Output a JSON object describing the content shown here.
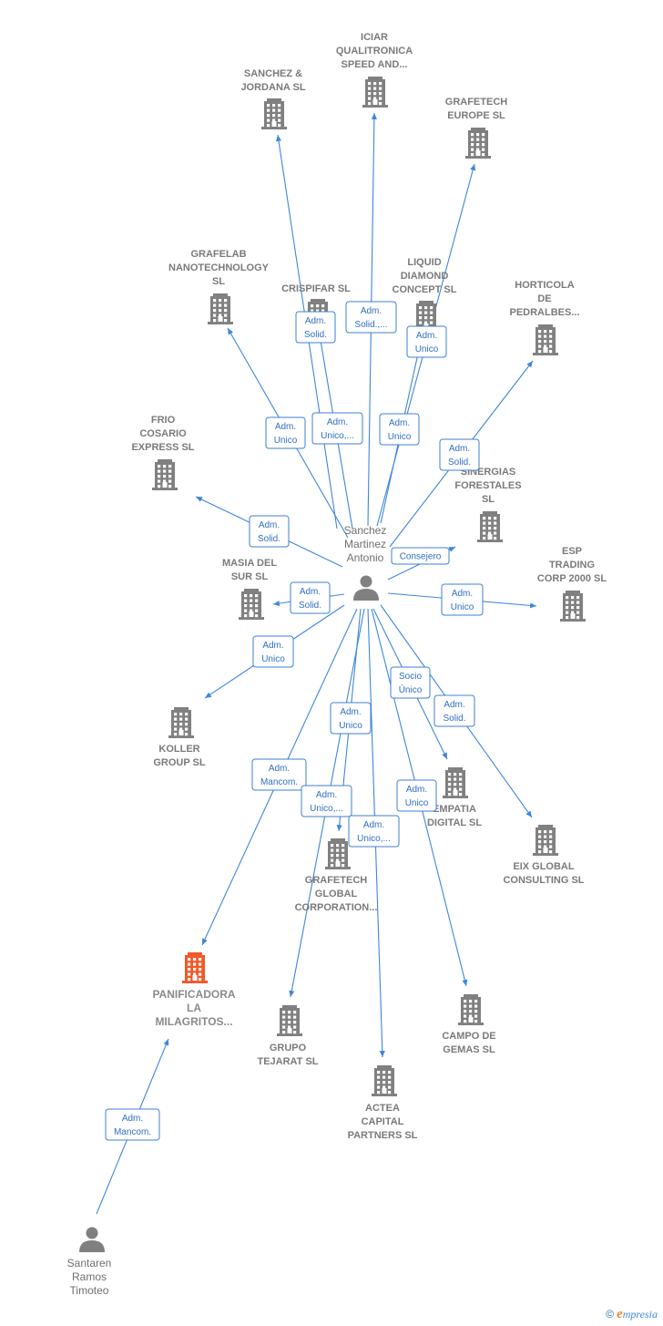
{
  "colors": {
    "edge": "#3f86dc",
    "building": "#808080",
    "building_focus": "#f05a28",
    "label": "#7a7a7a",
    "rel_text": "#2f6fc0"
  },
  "persons": [
    {
      "id": "sanchez",
      "lines": [
        "Sanchez",
        "Martinez",
        "Antonio"
      ]
    },
    {
      "id": "santaren",
      "lines": [
        "Santaren",
        "Ramos",
        "Timoteo"
      ]
    }
  ],
  "companies": [
    {
      "id": "sanchez_jordana",
      "lines": [
        "SANCHEZ &",
        "JORDANA SL"
      ]
    },
    {
      "id": "iciar",
      "lines": [
        "ICIAR",
        "QUALITRONICA",
        "SPEED AND..."
      ]
    },
    {
      "id": "grafetech_europe",
      "lines": [
        "GRAFETECH",
        "EUROPE  SL"
      ]
    },
    {
      "id": "grafelab",
      "lines": [
        "GRAFELAB",
        "NANOTECHNOLOGY",
        "SL"
      ]
    },
    {
      "id": "crispifar",
      "lines": [
        "CRISPIFAR  SL"
      ]
    },
    {
      "id": "liquid",
      "lines": [
        "LIQUID",
        "DIAMOND",
        "CONCEPT  SL"
      ]
    },
    {
      "id": "horticola",
      "lines": [
        "HORTICOLA",
        "DE",
        "PEDRALBES..."
      ]
    },
    {
      "id": "frio",
      "lines": [
        "FRIO",
        "COSARIO",
        "EXPRESS  SL"
      ]
    },
    {
      "id": "sinergias",
      "lines": [
        "SINERGIAS",
        "FORESTALES",
        "SL"
      ]
    },
    {
      "id": "masia",
      "lines": [
        "MASIA DEL",
        "SUR SL"
      ]
    },
    {
      "id": "esp",
      "lines": [
        "ESP",
        "TRADING",
        "CORP 2000 SL"
      ]
    },
    {
      "id": "koller",
      "lines": [
        "KOLLER",
        "GROUP SL"
      ]
    },
    {
      "id": "empatia",
      "lines": [
        "EMPATIA",
        "DIGITAL SL"
      ]
    },
    {
      "id": "eix",
      "lines": [
        "EIX GLOBAL",
        "CONSULTING SL"
      ]
    },
    {
      "id": "grafetech_global",
      "lines": [
        "GRAFETECH",
        "GLOBAL",
        "CORPORATION..."
      ]
    },
    {
      "id": "panificadora",
      "lines": [
        "PANIFICADORA",
        "LA",
        "MILAGRITOS..."
      ]
    },
    {
      "id": "campo",
      "lines": [
        "CAMPO DE",
        "GEMAS SL"
      ]
    },
    {
      "id": "grupo_tejarat",
      "lines": [
        "GRUPO",
        "TEJARAT  SL"
      ]
    },
    {
      "id": "actea",
      "lines": [
        "ACTEA",
        "CAPITAL",
        "PARTNERS  SL"
      ]
    }
  ],
  "relations": [
    {
      "from": "sanchez",
      "to": "sanchez_jordana",
      "lines": [
        "Adm.",
        "Solid."
      ]
    },
    {
      "from": "sanchez",
      "to": "iciar",
      "lines": [
        "Adm.",
        "Solid.,..."
      ]
    },
    {
      "from": "sanchez",
      "to": "grafetech_europe",
      "lines": [
        "Adm.",
        "Unico"
      ]
    },
    {
      "from": "sanchez",
      "to": "grafelab",
      "lines": [
        "Adm.",
        "Unico"
      ]
    },
    {
      "from": "sanchez",
      "to": "crispifar",
      "lines": [
        "Adm.",
        "Unico,..."
      ]
    },
    {
      "from": "sanchez",
      "to": "liquid",
      "lines": [
        "Adm.",
        "Unico"
      ]
    },
    {
      "from": "sanchez",
      "to": "horticola",
      "lines": [
        "Adm.",
        "Solid."
      ]
    },
    {
      "from": "sanchez",
      "to": "frio",
      "lines": [
        "Adm.",
        "Solid."
      ]
    },
    {
      "from": "sanchez",
      "to": "sinergias",
      "lines": [
        "Consejero"
      ]
    },
    {
      "from": "sanchez",
      "to": "masia",
      "lines": [
        "Adm.",
        "Solid."
      ]
    },
    {
      "from": "sanchez",
      "to": "esp",
      "lines": [
        "Adm.",
        "Unico"
      ]
    },
    {
      "from": "sanchez",
      "to": "koller",
      "lines": [
        "Adm.",
        "Unico"
      ]
    },
    {
      "from": "sanchez",
      "to": "empatia",
      "lines": [
        "Socio",
        "Único"
      ]
    },
    {
      "from": "sanchez",
      "to": "eix",
      "lines": [
        "Adm.",
        "Solid."
      ]
    },
    {
      "from": "sanchez",
      "to": "grafetech_global",
      "lines": [
        "Adm.",
        "Unico"
      ]
    },
    {
      "from": "sanchez",
      "to": "panificadora",
      "lines": [
        "Adm.",
        "Mancom."
      ]
    },
    {
      "from": "sanchez",
      "to": "grupo_tejarat",
      "lines": [
        "Adm.",
        "Unico,..."
      ]
    },
    {
      "from": "sanchez",
      "to": "actea",
      "lines": [
        "Adm.",
        "Unico,..."
      ]
    },
    {
      "from": "sanchez",
      "to": "campo",
      "lines": [
        "Adm.",
        "Unico"
      ]
    },
    {
      "from": "santaren",
      "to": "panificadora",
      "lines": [
        "Adm.",
        "Mancom."
      ]
    }
  ],
  "brand": {
    "copyright": "©",
    "initial": "e",
    "rest": "mpresia"
  }
}
